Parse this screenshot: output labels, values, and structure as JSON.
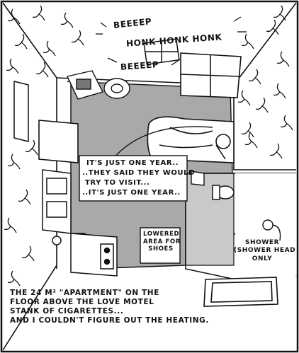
{
  "sound_effects": {
    "beeeep_top": "BEEEEP",
    "honk": "HONK HONK HONK",
    "beeeep_bottom": "BEEEEP"
  },
  "speech": {
    "lines": [
      "IT'S JUST ONE YEAR..",
      "..THEY SAID THEY WOULD",
      "TRY TO VISIT...",
      "..IT'S JUST ONE YEAR.."
    ]
  },
  "labels": {
    "lowered_area": [
      "LOWERED",
      "AREA FOR",
      "SHOES"
    ],
    "shower": [
      "SHOWER",
      "(SHOWER HEAD",
      "ONLY"
    ]
  },
  "caption": {
    "lines": [
      "THE 24 M² \"APARTMENT\" ON THE",
      "FLOOR ABOVE THE LOVE MOTEL",
      "STANK OF CIGARETTES...",
      "AND I COULDN'T FIGURE OUT THE HEATING."
    ]
  },
  "colors": {
    "ink": "#111111",
    "floor_wash": "#a9a9a9",
    "bathroom_wash": "#c9c9c9",
    "paper": "#ffffff"
  }
}
